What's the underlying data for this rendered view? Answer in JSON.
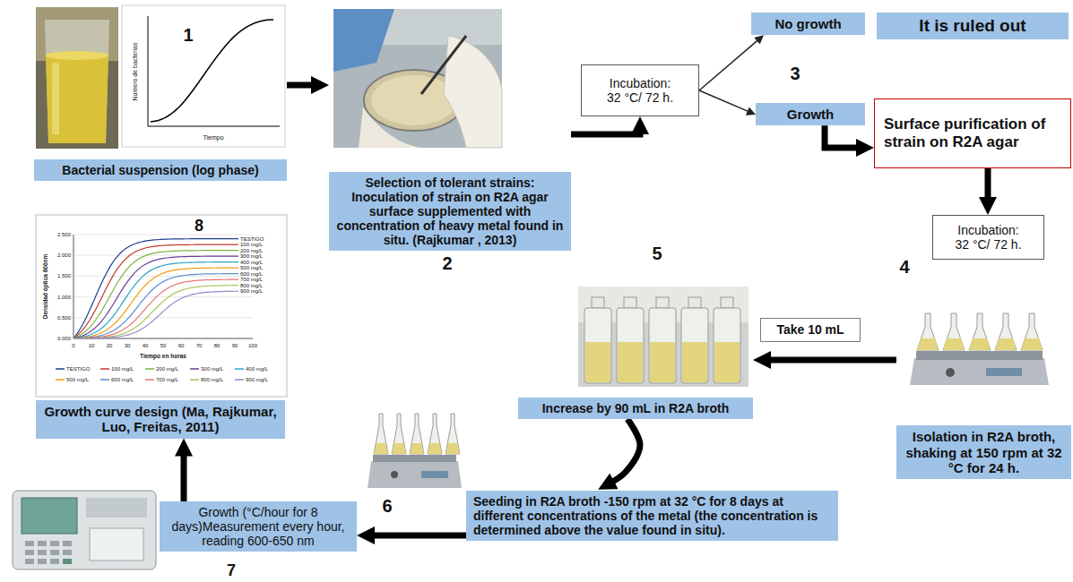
{
  "diagram": {
    "nodes": [
      {
        "text": [
          "Bacterial suspension (log phase)"
        ]
      },
      {
        "text": [
          "Selection of tolerant strains: Inoculation of strain on R2A agar surface supplemented with concentration of heavy metal found in situ. (Rajkumar , 2013)"
        ]
      },
      {
        "text": [
          "Incubation: 32 °C/ 72 h."
        ]
      },
      {
        "text": [
          "No growth"
        ]
      },
      {
        "text": [
          "It is ruled out"
        ]
      },
      {
        "text": [
          "Growth"
        ]
      },
      {
        "text": [
          "Surface purification of strain on R2A agar"
        ]
      },
      {
        "text": [
          "Incubation: 32 °C/ 72 h."
        ]
      },
      {
        "text": [
          "Isolation in R2A broth, shaking at 150 rpm at 32 °C for 24 h."
        ]
      },
      {
        "text": [
          "Take 10 mL"
        ]
      },
      {
        "text": [
          "Increase by 90 mL in R2A broth"
        ]
      },
      {
        "text": [
          "Seeding in R2A broth -150 rpm at 32 °C for 8 days at different concentrations of the metal (the concentration is determined above the value found in situ)."
        ]
      },
      {
        "text": [
          "Growth (°C/hour for 8 days)Measurement every hour, reading 600-650 nm"
        ]
      },
      {
        "text": [
          "Growth curve design (Ma, Rajkumar, Luo, Freitas, 2011)"
        ]
      }
    ],
    "edges": [
      {
        "from": 0,
        "to": 1,
        "arrow": "to"
      },
      {
        "from": 1,
        "to": 2,
        "arrow": "to"
      },
      {
        "from": 2,
        "to": 3,
        "arrow": "to"
      },
      {
        "from": 2,
        "to": 5,
        "arrow": "to"
      },
      {
        "from": 5,
        "to": 6,
        "arrow": "to"
      },
      {
        "from": 6,
        "to": 7,
        "arrow": "to"
      },
      {
        "from": 8,
        "to": 10,
        "arrow": "to"
      },
      {
        "from": 10,
        "to": 11,
        "arrow": "to"
      },
      {
        "from": 11,
        "to": 12,
        "arrow": "to"
      },
      {
        "from": 12,
        "to": 13,
        "arrow": "to"
      }
    ],
    "labels": [
      "1",
      "Número de bacterias",
      "Tiempo",
      "2",
      "3",
      "4",
      "5",
      "8",
      "2.500",
      "2.000",
      "1.500",
      "1.000",
      "0.500",
      "0.000",
      "Densidad óptica 600nm",
      "0",
      "10",
      "20",
      "30",
      "40",
      "50",
      "60",
      "70",
      "80",
      "90",
      "100",
      "Tiempo en horas",
      "TESTIGO",
      "100 mg/L",
      "200 mg/L",
      "300 mg/L",
      "400 mg/L",
      "500 mg/L",
      "600 mg/L",
      "700 mg/L",
      "800 mg/L",
      "900 mg/L",
      "6",
      "7"
    ],
    "legend": [
      {
        "text": "TESTIGO"
      },
      {
        "text": "100 mg/L"
      },
      {
        "text": "200 mg/L"
      },
      {
        "text": "300 mg/L"
      },
      {
        "text": "400 mg/L"
      },
      {
        "text": "500 mg/L"
      },
      {
        "text": "600 mg/L"
      },
      {
        "text": "700 mg/L"
      },
      {
        "text": "800 mg/L"
      },
      {
        "text": "900 mg/L"
      }
    ]
  }
}
